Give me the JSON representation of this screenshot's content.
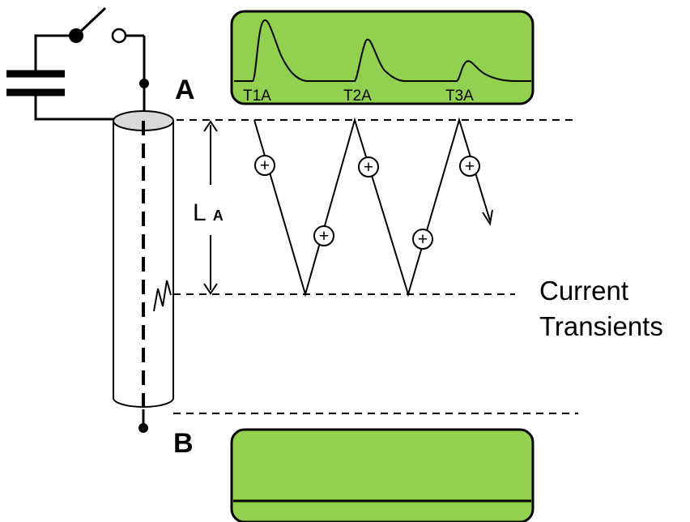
{
  "labels": {
    "node_a": "A",
    "node_b": "B",
    "length_main": "L",
    "length_sub": "A",
    "caption_line1": "Current",
    "caption_line2": "Transients",
    "peak_1": "T1A",
    "peak_2": "T2A",
    "peak_3": "T3A",
    "charge_symbol": "+"
  },
  "colors": {
    "screen_fill": "#92d050",
    "cable_cap": "#d9d9d9",
    "ink": "#000000"
  }
}
